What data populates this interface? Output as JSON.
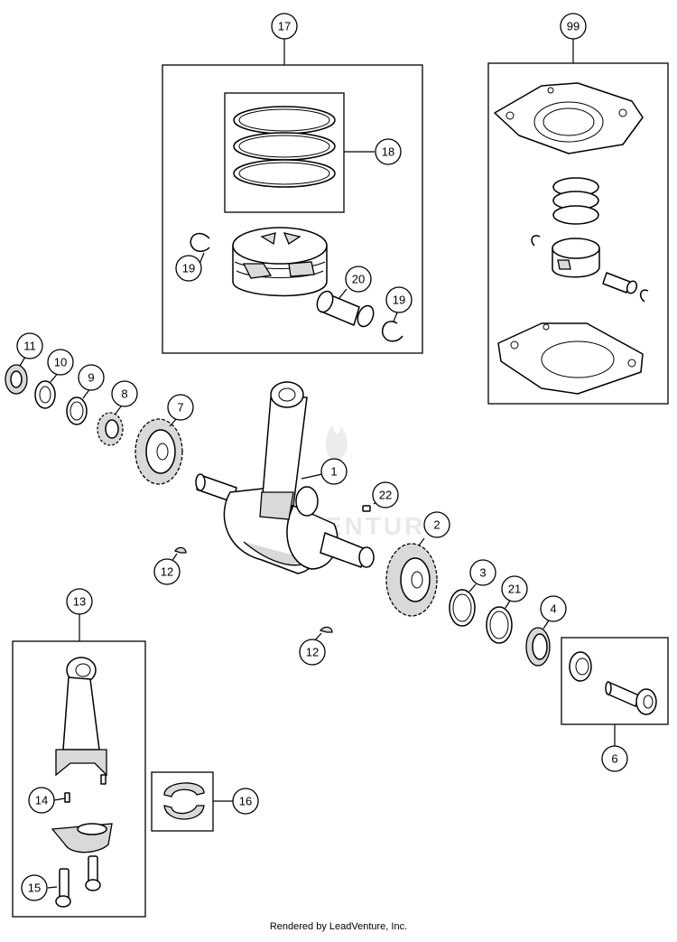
{
  "credit": "Rendered by LeadVenture, Inc.",
  "watermark": "LEADVENTURE",
  "callouts": {
    "c1": "1",
    "c2": "2",
    "c3": "3",
    "c4": "4",
    "c6": "6",
    "c7": "7",
    "c8": "8",
    "c9": "9",
    "c10": "10",
    "c11": "11",
    "c12a": "12",
    "c12b": "12",
    "c13": "13",
    "c14": "14",
    "c15": "15",
    "c16": "16",
    "c17": "17",
    "c18": "18",
    "c19a": "19",
    "c19b": "19",
    "c20": "20",
    "c21": "21",
    "c22": "22",
    "c99": "99"
  }
}
